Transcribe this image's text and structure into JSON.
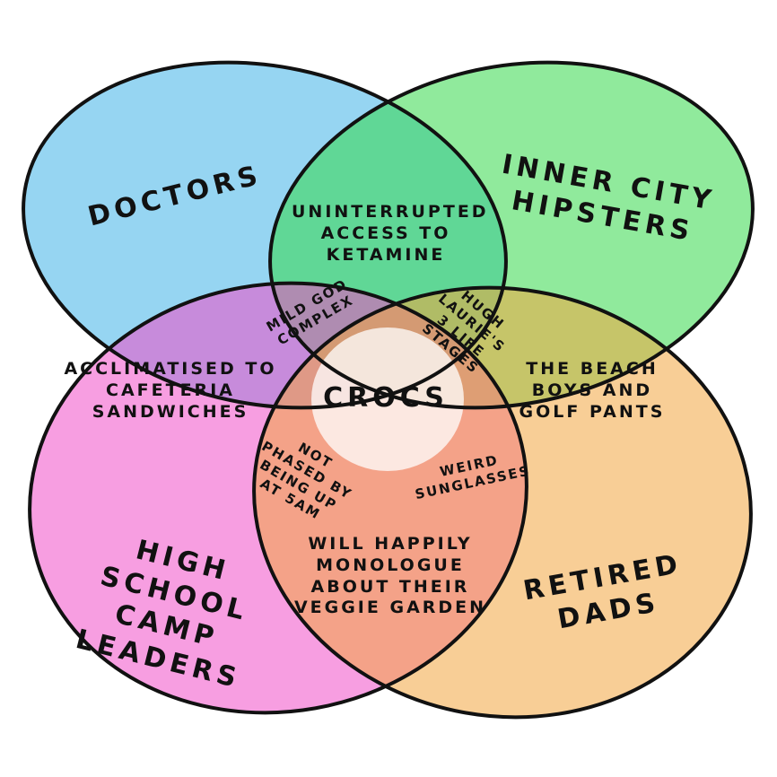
{
  "sets": [
    {
      "name": "Doctors",
      "color": "#3fb3e8"
    },
    {
      "name": "Inner City Hipsters",
      "color": "#35d84a"
    },
    {
      "name": "High School Camp Leaders",
      "color": "#f04fc8"
    },
    {
      "name": "Retired Dads",
      "color": "#f2a640"
    }
  ],
  "regions": {
    "doctors_hipsters": "Uninterrupted access to ketamine",
    "doctors_camp": "Acclimatised to cafeteria sandwiches",
    "hipsters_dads": "The Beach Boys and golf pants",
    "camp_dads": "Will happily monologue about their veggie garden",
    "doctors_hipsters_camp": "Mild god complex",
    "doctors_hipsters_dads": "Hugh Laurie's 3 life stages",
    "doctors_camp_dads": "Not phased by being up at 5am",
    "hipsters_camp_dads": "Weird sunglasses",
    "all": "Crocs"
  }
}
